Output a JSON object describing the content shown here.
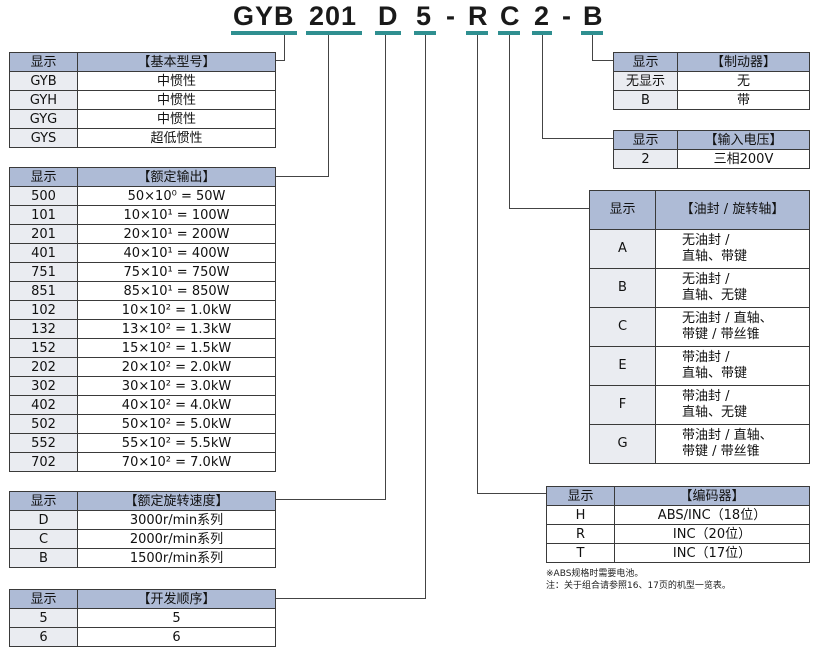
{
  "model_code": {
    "base": "GYB",
    "power": "201",
    "speed": "D",
    "seq": "5",
    "dash1": "-",
    "encoder": "R",
    "shaft": "C",
    "dash2": "-",
    "voltage": "2",
    "dash3": "-",
    "brake": "B"
  },
  "basic_model": {
    "header": {
      "col1": "显示",
      "col2": "【基本型号】"
    },
    "rows": [
      {
        "k": "GYB",
        "v": "中惯性"
      },
      {
        "k": "GYH",
        "v": "中惯性"
      },
      {
        "k": "GYG",
        "v": "中惯性"
      },
      {
        "k": "GYS",
        "v": "超低惯性"
      }
    ]
  },
  "rated_output": {
    "header": {
      "col1": "显示",
      "col2": "【额定输出】"
    },
    "rows": [
      {
        "k": "500",
        "v": "50×10⁰ = 50W"
      },
      {
        "k": "101",
        "v": "10×10¹ = 100W"
      },
      {
        "k": "201",
        "v": "20×10¹ = 200W"
      },
      {
        "k": "401",
        "v": "40×10¹ = 400W"
      },
      {
        "k": "751",
        "v": "75×10¹ = 750W"
      },
      {
        "k": "851",
        "v": "85×10¹ = 850W"
      },
      {
        "k": "102",
        "v": "10×10² = 1.0kW"
      },
      {
        "k": "132",
        "v": "13×10² = 1.3kW"
      },
      {
        "k": "152",
        "v": "15×10² = 1.5kW"
      },
      {
        "k": "202",
        "v": "20×10² = 2.0kW"
      },
      {
        "k": "302",
        "v": "30×10² = 3.0kW"
      },
      {
        "k": "402",
        "v": "40×10² = 4.0kW"
      },
      {
        "k": "502",
        "v": "50×10² = 5.0kW"
      },
      {
        "k": "552",
        "v": "55×10² = 5.5kW"
      },
      {
        "k": "702",
        "v": "70×10² = 7.0kW"
      }
    ]
  },
  "rated_speed": {
    "header": {
      "col1": "显示",
      "col2": "【额定旋转速度】"
    },
    "rows": [
      {
        "k": "D",
        "v": "3000r/min系列"
      },
      {
        "k": "C",
        "v": "2000r/min系列"
      },
      {
        "k": "B",
        "v": "1500r/min系列"
      }
    ]
  },
  "dev_sequence": {
    "header": {
      "col1": "显示",
      "col2": "【开发顺序】"
    },
    "rows": [
      {
        "k": "5",
        "v": "5"
      },
      {
        "k": "6",
        "v": "6"
      }
    ]
  },
  "brake": {
    "header": {
      "col1": "显示",
      "col2": "【制动器】"
    },
    "rows": [
      {
        "k": "无显示",
        "v": "无"
      },
      {
        "k": "B",
        "v": "带"
      }
    ]
  },
  "input_voltage": {
    "header": {
      "col1": "显示",
      "col2": "【输入电压】"
    },
    "rows": [
      {
        "k": "2",
        "v": "三相200V"
      }
    ]
  },
  "oil_seal_shaft": {
    "header": {
      "col1": "显示",
      "col2": "【油封 / 旋转轴】"
    },
    "rows": [
      {
        "k": "A",
        "v1": "无油封 /",
        "v2": "直轴、带键"
      },
      {
        "k": "B",
        "v1": "无油封 /",
        "v2": "直轴、无键"
      },
      {
        "k": "C",
        "v1": "无油封 / 直轴、",
        "v2": "带键 / 带丝锥"
      },
      {
        "k": "E",
        "v1": "带油封 /",
        "v2": "直轴、带键"
      },
      {
        "k": "F",
        "v1": "带油封 /",
        "v2": "直轴、无键"
      },
      {
        "k": "G",
        "v1": "带油封 / 直轴、",
        "v2": "带键 / 带丝锥"
      }
    ]
  },
  "encoder": {
    "header": {
      "col1": "显示",
      "col2": "【编码器】"
    },
    "rows": [
      {
        "k": "H",
        "v": "ABS/INC（18位）"
      },
      {
        "k": "R",
        "v": "INC（20位）"
      },
      {
        "k": "T",
        "v": "INC（17位）"
      }
    ]
  },
  "notes": {
    "line1": "※ABS规格时需要电池。",
    "line2": "注：关于组合请参照16、17页的机型一览表。"
  }
}
